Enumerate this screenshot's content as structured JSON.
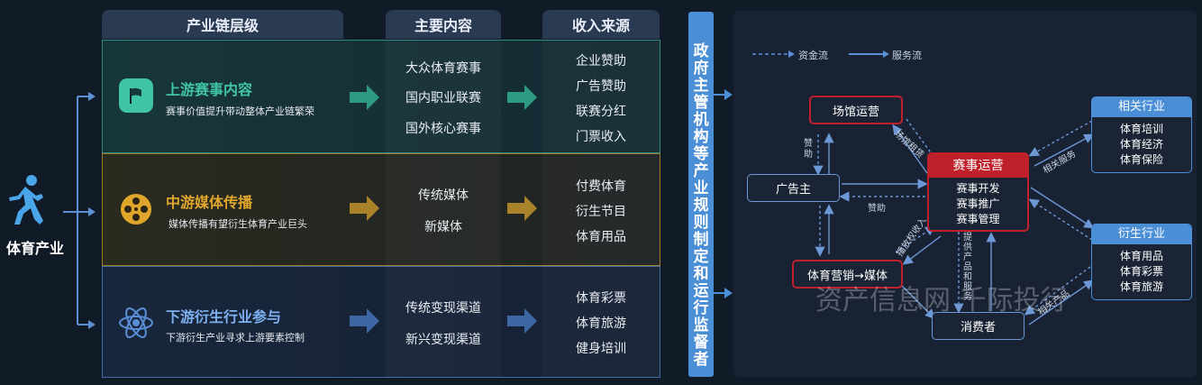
{
  "left_label": "体育产业",
  "headers": [
    "产业链层级",
    "主要内容",
    "收入来源"
  ],
  "rows": [
    {
      "title": "上游赛事内容",
      "subtitle": "赛事价值提升带动整体产业链繁荣",
      "icon": "flag-icon",
      "color": "#3fc5a6",
      "content": [
        "大众体育赛事",
        "国内职业联赛",
        "国外核心赛事"
      ],
      "income": [
        "企业赞助",
        "广告赞助",
        "联赛分红",
        "门票收入"
      ]
    },
    {
      "title": "中游媒体传播",
      "subtitle": "媒体传播有望衍生体育产业巨头",
      "icon": "film-reel-icon",
      "color": "#e0a62b",
      "content": [
        "传统媒体",
        "新媒体"
      ],
      "income": [
        "付费体育",
        "衍生节目",
        "体育用品"
      ]
    },
    {
      "title": "下游衍生行业参与",
      "subtitle": "下游衍生产业寻求上游要素控制",
      "icon": "atom-icon",
      "color": "#5a8fd8",
      "content": [
        "传统变现渠道",
        "新兴变现渠道"
      ],
      "income": [
        "体育彩票",
        "体育旅游",
        "健身培训"
      ]
    }
  ],
  "gov_label": "政府主管机构等产业规则制定和运行监督者",
  "legend": {
    "fund": "资金流",
    "service": "服务流"
  },
  "nodes": {
    "venue": "场馆运营",
    "advertiser": "广告主",
    "event_ops_title": "赛事运营",
    "event_ops_items": [
      "赛事开发",
      "赛事推广",
      "赛事管理"
    ],
    "marketing": "体育营销→媒体",
    "consumer": "消费者",
    "related_title": "相关行业",
    "related_items": [
      "体育培训",
      "体育经济",
      "体育保险"
    ],
    "derived_title": "衍生行业",
    "derived_items": [
      "体育用品",
      "体育彩票",
      "体育旅游"
    ]
  },
  "edge_labels": {
    "venue_rent": "场馆租赁",
    "sponsor_v": "赞助",
    "sponsor_h": "赞助",
    "related_service": "相关服务",
    "broadcast": "播放权收入",
    "provide": "提供产品和服务",
    "related_products": "相关产品"
  },
  "watermark": "资产信息网 千际投行"
}
